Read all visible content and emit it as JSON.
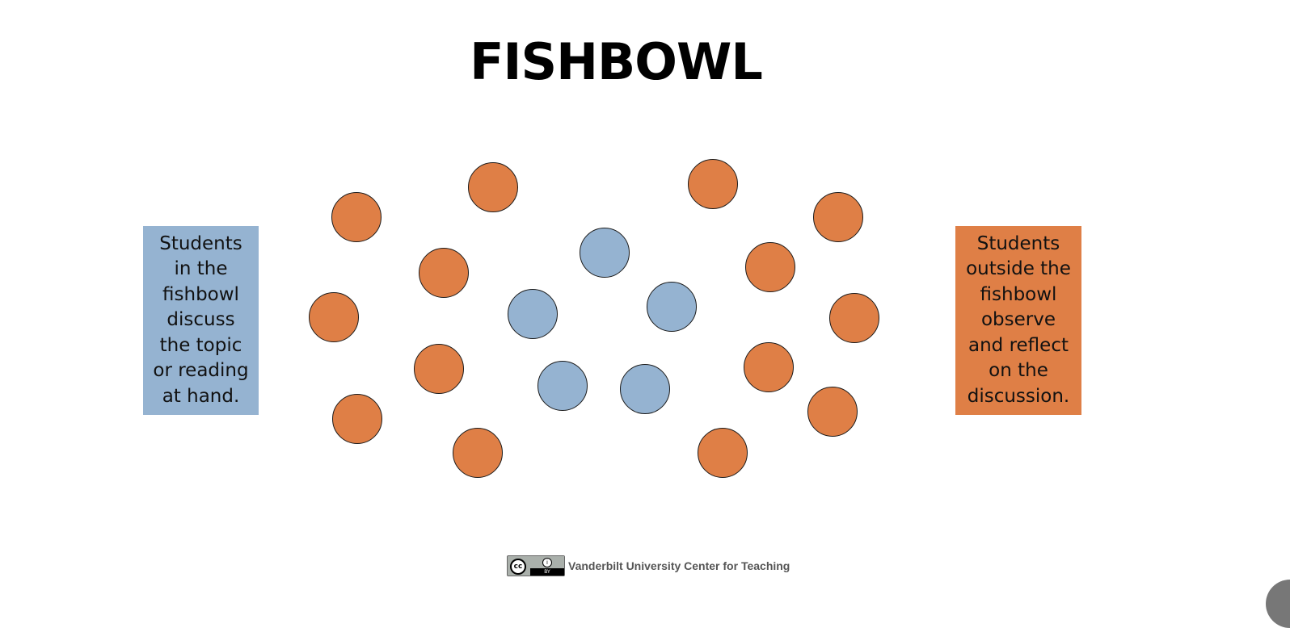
{
  "title": "FISHBOWL",
  "left_box": {
    "lines": [
      "Students",
      "in the",
      "fishbowl",
      "discuss",
      "the topic",
      "or reading",
      "at hand."
    ],
    "color": "#95b3d1"
  },
  "right_box": {
    "lines": [
      "Students",
      "outside the",
      "fishbowl",
      "observe",
      "and reflect",
      "on the",
      "discussion."
    ],
    "color": "#df7f46"
  },
  "colors": {
    "inner": "#95b3d1",
    "outer": "#df7f46"
  },
  "footer": {
    "license_icon": "cc-by-license-icon",
    "license_cc": "cc",
    "license_by": "BY",
    "text": "Vanderbilt University Center for Teaching"
  }
}
